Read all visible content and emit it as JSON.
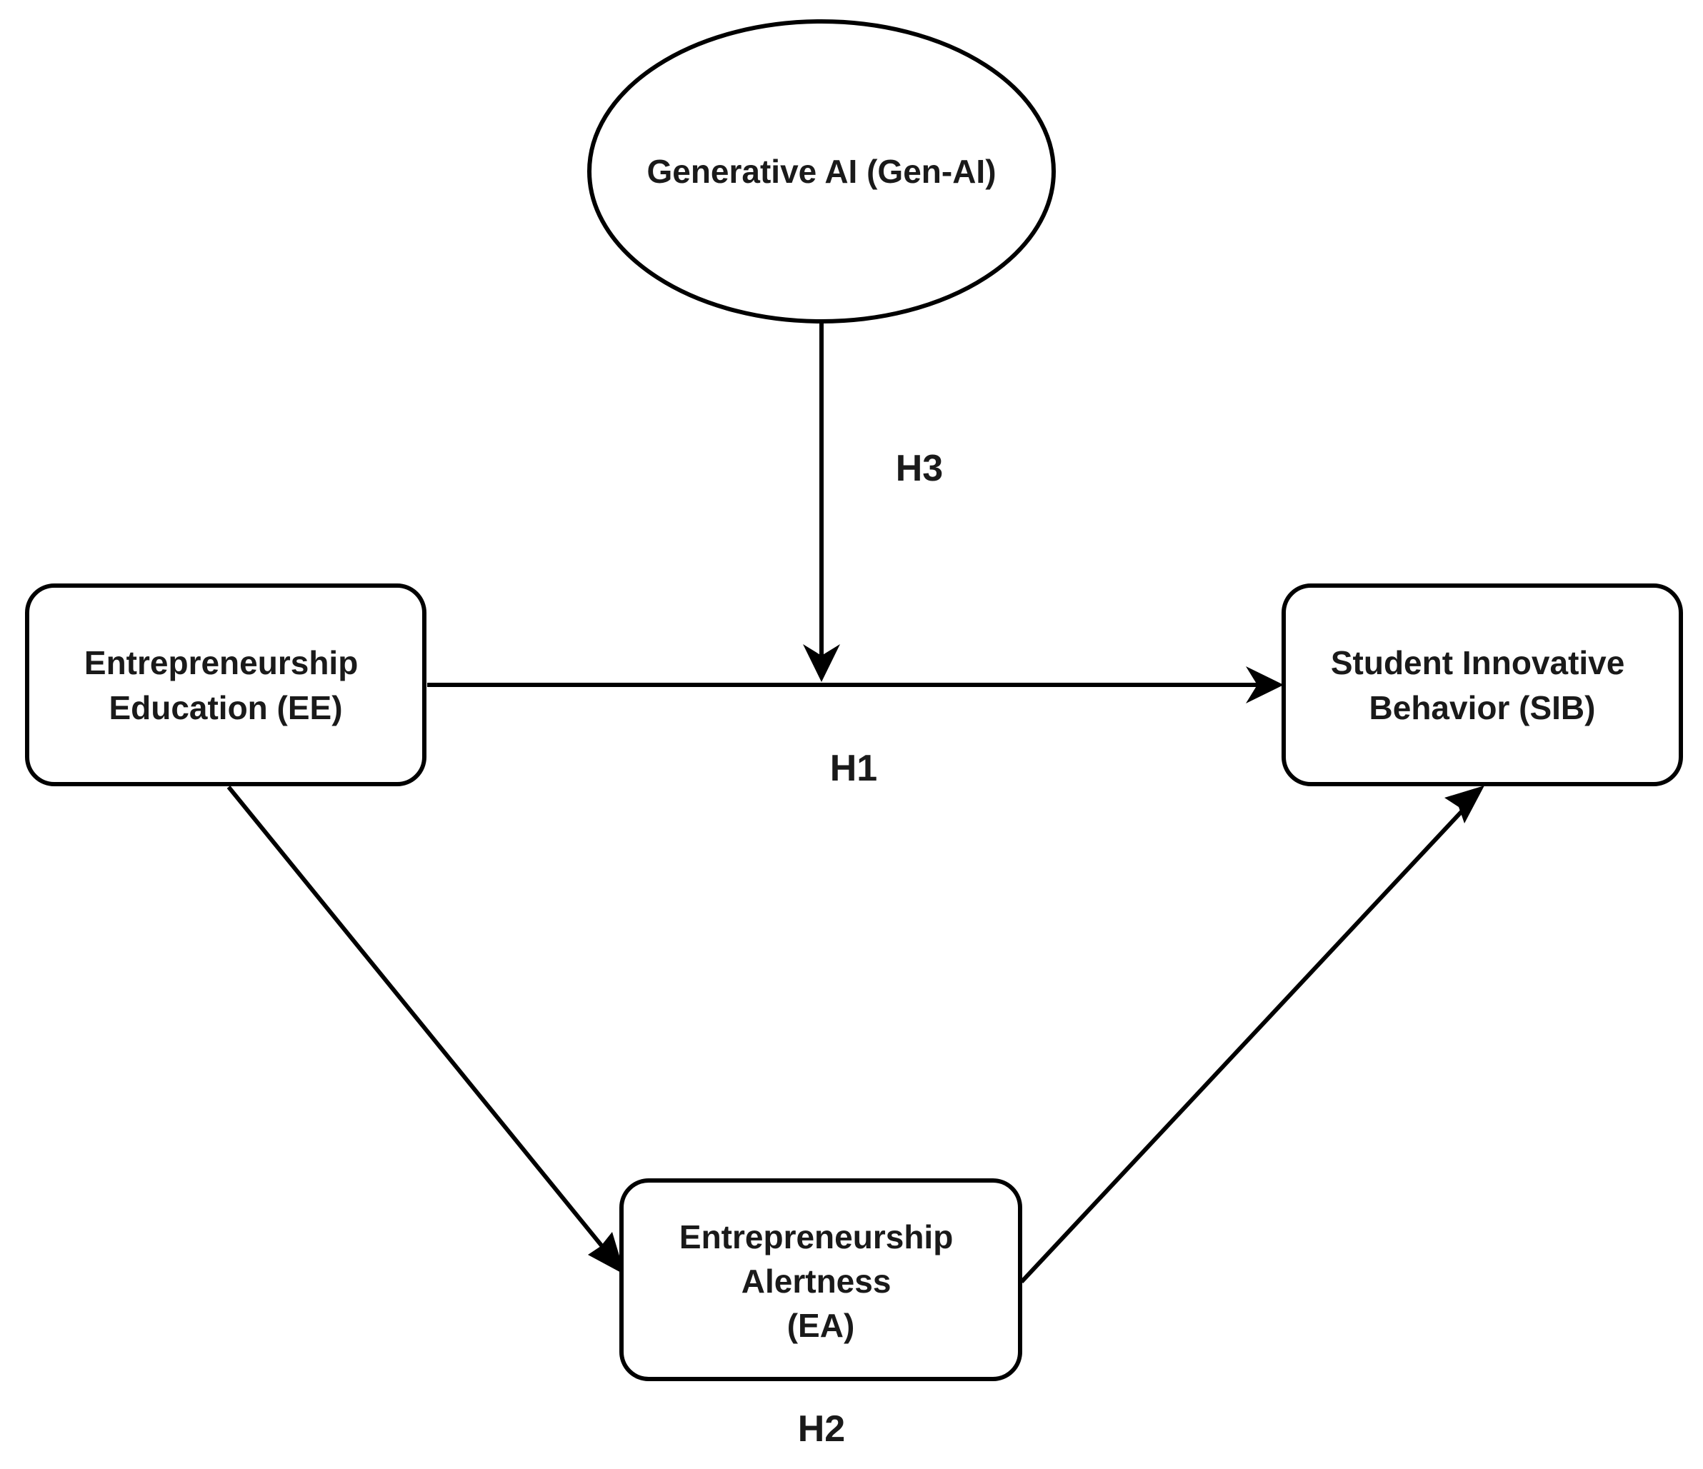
{
  "nodes": {
    "gen_ai": {
      "lines": [
        "Generative AI (Gen-AI)"
      ]
    },
    "ee": {
      "lines": [
        "Entrepreneurship",
        "Education (EE)"
      ]
    },
    "sib": {
      "lines": [
        "Student Innovative",
        "Behavior (SIB)"
      ]
    },
    "ea": {
      "lines": [
        "Entrepreneurship",
        "Alertness",
        "(EA)"
      ]
    }
  },
  "edges": {
    "h1": {
      "label": "H1",
      "from": "ee",
      "to": "sib"
    },
    "h2": {
      "label": "H2",
      "from": "ee",
      "to": "sib",
      "via": "ea"
    },
    "h3": {
      "label": "H3",
      "from": "gen_ai",
      "to": "h1"
    }
  },
  "colors": {
    "stroke": "#000000",
    "fill": "#ffffff",
    "text": "#1a1a1a"
  }
}
